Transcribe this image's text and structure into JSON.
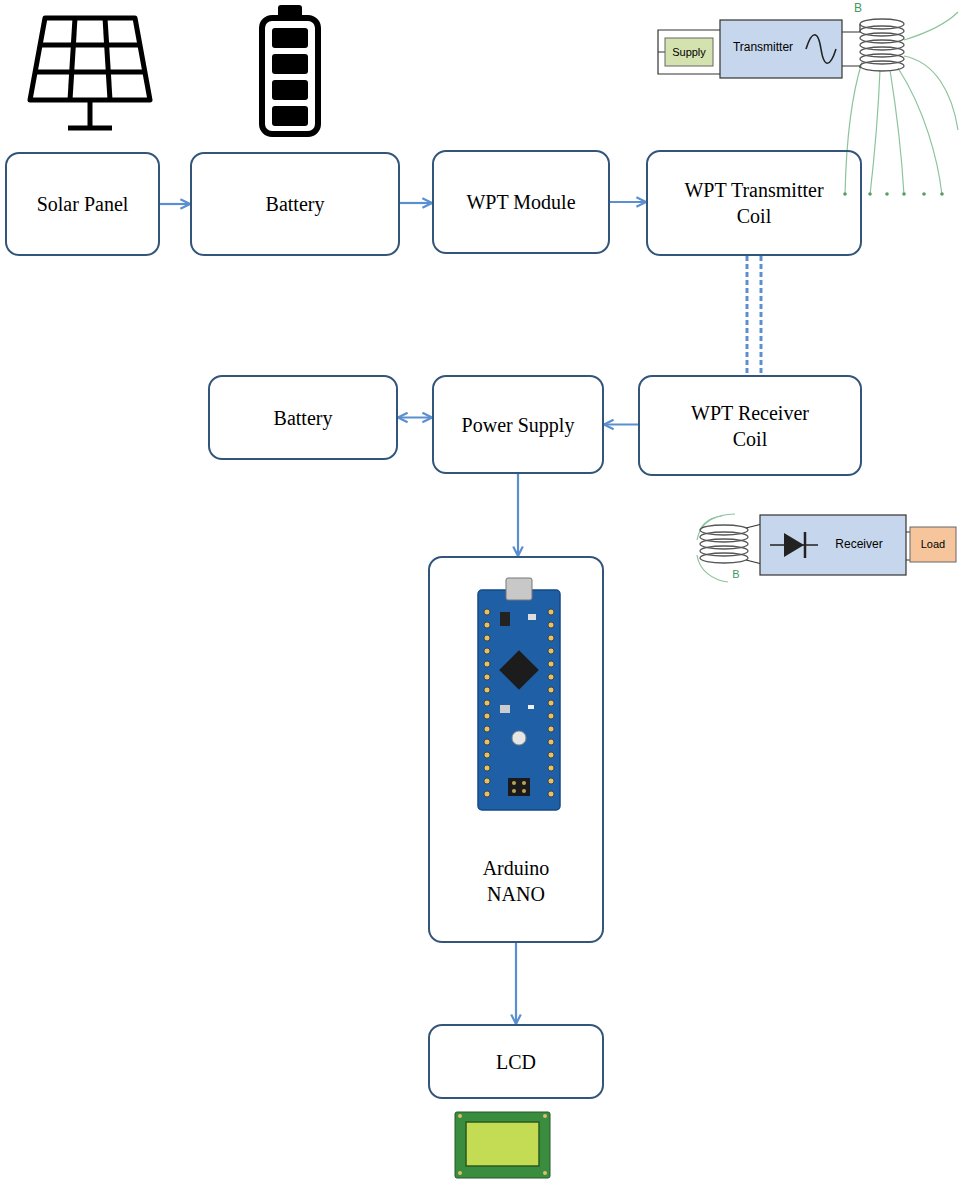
{
  "diagram": {
    "nodes": [
      {
        "text": [
          "Solar Panel"
        ]
      },
      {
        "text": [
          "Battery"
        ]
      },
      {
        "text": [
          "WPT Module"
        ]
      },
      {
        "text": [
          "WPT Transmitter Coil"
        ]
      },
      {
        "text": [
          "Battery"
        ]
      },
      {
        "text": [
          "Power Supply"
        ]
      },
      {
        "text": [
          "WPT Receiver Coil"
        ]
      },
      {
        "text": [
          "Arduino NANO"
        ]
      },
      {
        "text": [
          "LCD"
        ]
      }
    ],
    "edges": [
      {
        "from": 0,
        "to": 1,
        "arrow": "to"
      },
      {
        "from": 1,
        "to": 2,
        "arrow": "to"
      },
      {
        "from": 2,
        "to": 3,
        "arrow": "to"
      },
      {
        "from": 3,
        "to": 6,
        "arrow": "none"
      },
      {
        "from": 6,
        "to": 5,
        "arrow": "to"
      },
      {
        "from": 5,
        "to": 4,
        "arrow": "both"
      },
      {
        "from": 5,
        "to": 7,
        "arrow": "to"
      },
      {
        "from": 7,
        "to": 8,
        "arrow": "to"
      }
    ],
    "labels": [
      "Supply",
      "Transmitter",
      "B",
      "Receiver",
      "Load",
      "B"
    ]
  }
}
